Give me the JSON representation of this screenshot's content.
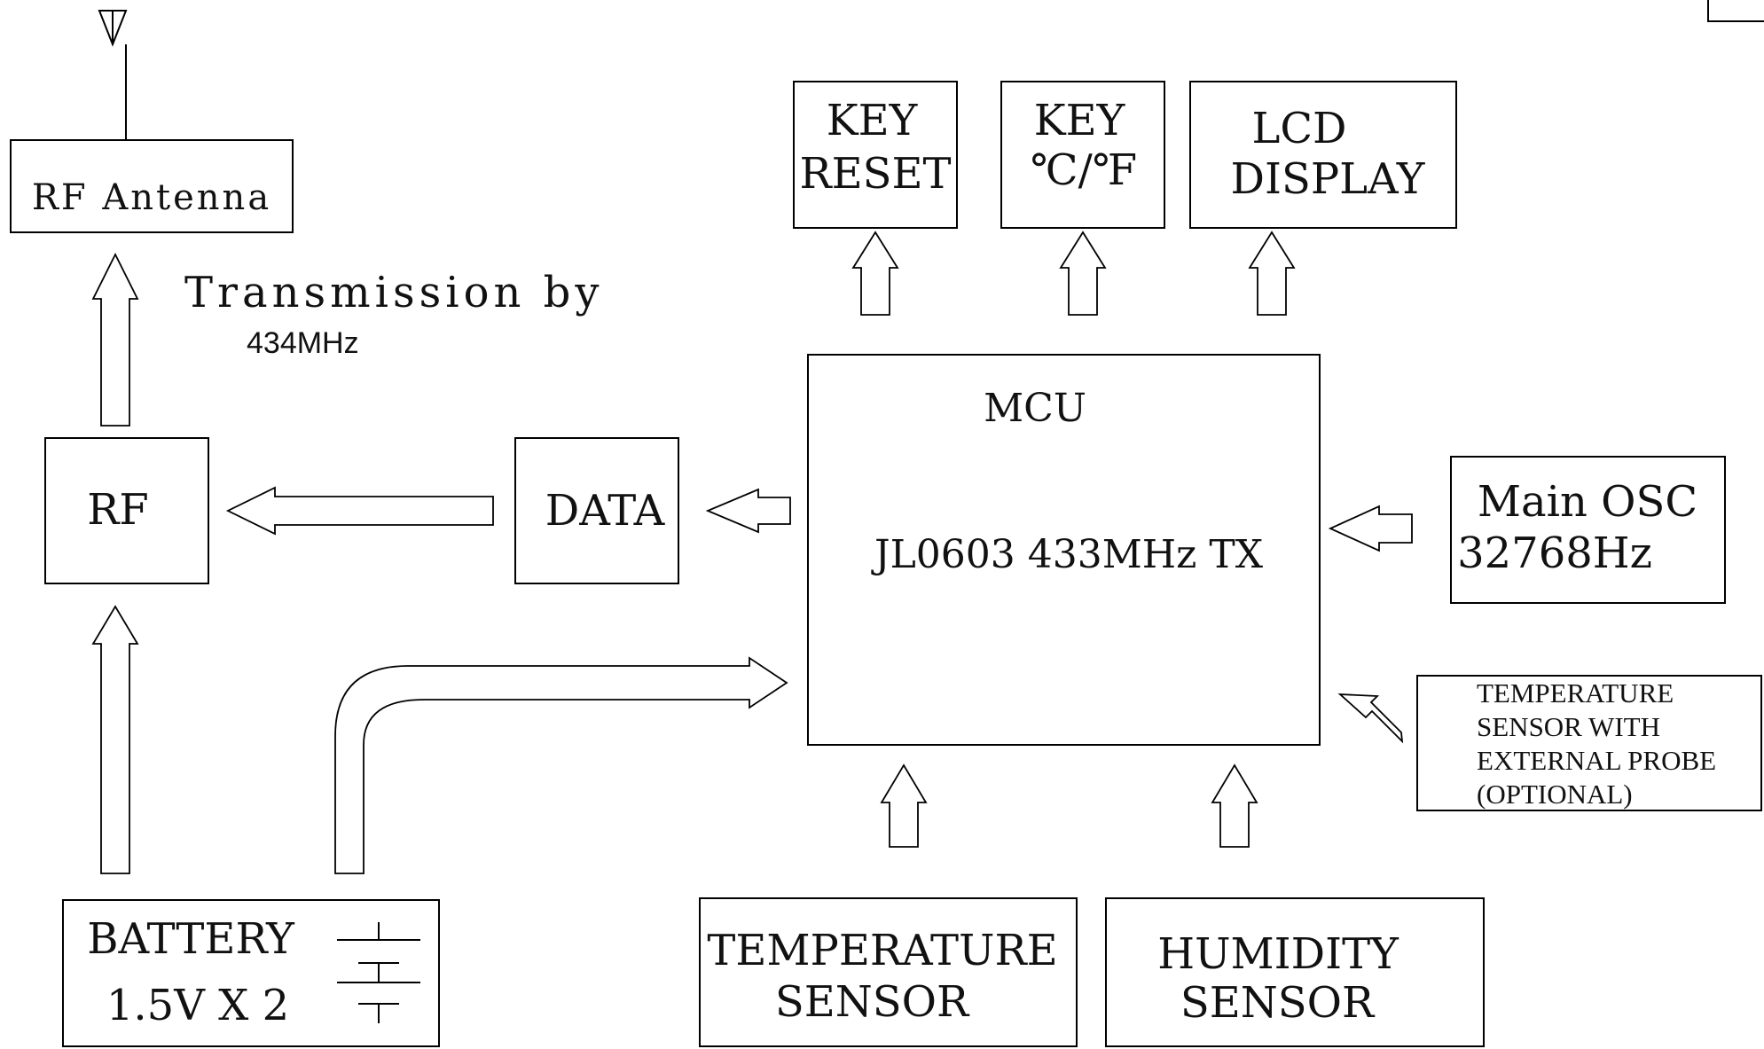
{
  "blocks": {
    "rf_antenna": "RF  Antenna",
    "transmission": {
      "line1": "Transmission  by",
      "line2": "434MHz"
    },
    "rf": "RF",
    "data": "DATA",
    "mcu": {
      "title": "MCU",
      "part": "JL0603  433MHz  TX"
    },
    "key_reset": {
      "line1": "KEY",
      "line2": "RESET"
    },
    "key_units": {
      "line1": "KEY",
      "line2": "℃/℉"
    },
    "lcd_display": {
      "line1": "LCD",
      "line2": "DISPLAY"
    },
    "main_osc": {
      "line1": "Main  OSC",
      "line2": "32768Hz"
    },
    "probe_sensor": {
      "line1": "TEMPERATURE",
      "line2": "SENSOR WITH",
      "line3": "EXTERNAL PROBE",
      "line4": "(OPTIONAL)"
    },
    "battery": {
      "line1": "BATTERY",
      "line2": "1.5V  X  2"
    },
    "temp_sensor": {
      "line1": "TEMPERATURE",
      "line2": "SENSOR"
    },
    "humidity_sensor": {
      "line1": "HUMIDITY",
      "line2": "SENSOR"
    }
  }
}
